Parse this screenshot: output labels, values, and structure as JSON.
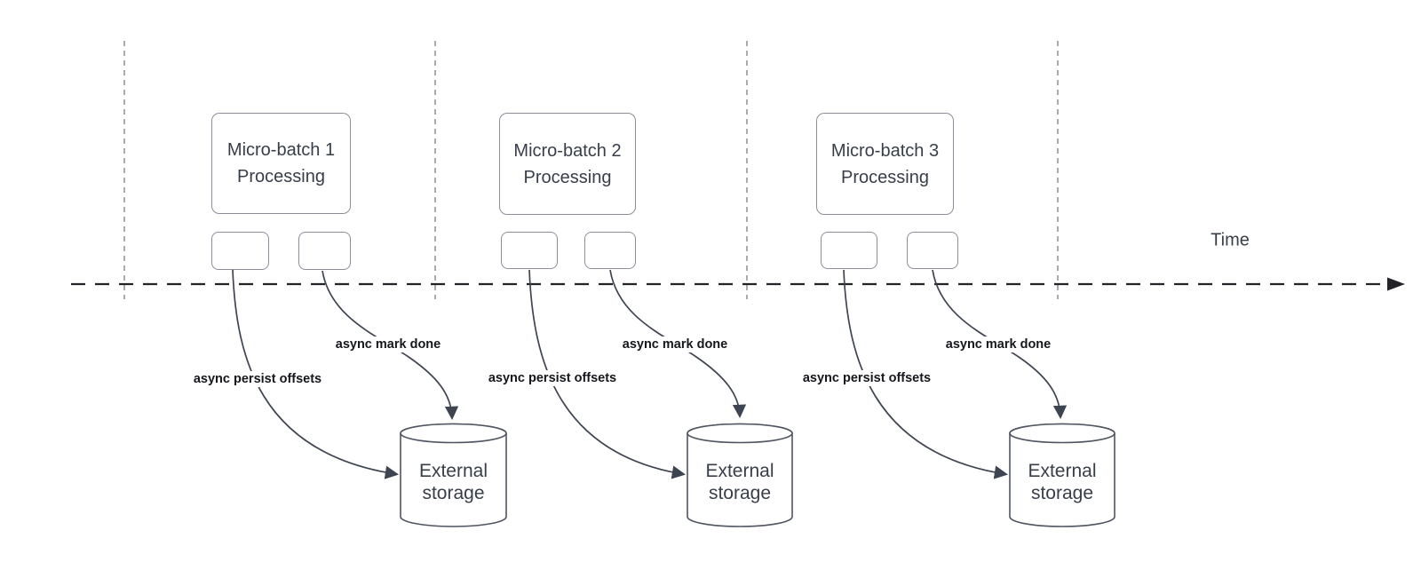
{
  "timeline": {
    "label": "Time"
  },
  "colors": {
    "background": "#ffffff",
    "timeline_line": "#212329",
    "guide_line": "#a9abae",
    "node_border": "#8b8e98",
    "cylinder_stroke": "#4e5460",
    "arrow_stroke": "#3e4450",
    "node_text": "#383e49",
    "edge_label_text": "#15171c"
  },
  "groups": [
    {
      "box_label": "Micro-batch 1 Processing",
      "persist_label": "async persist offsets",
      "done_label": "async mark done",
      "storage_label": "External storage"
    },
    {
      "box_label": "Micro-batch 2 Processing",
      "persist_label": "async persist offsets",
      "done_label": "async mark done",
      "storage_label": "External storage"
    },
    {
      "box_label": "Micro-batch 3 Processing",
      "persist_label": "async persist offsets",
      "done_label": "async mark done",
      "storage_label": "External storage"
    }
  ]
}
